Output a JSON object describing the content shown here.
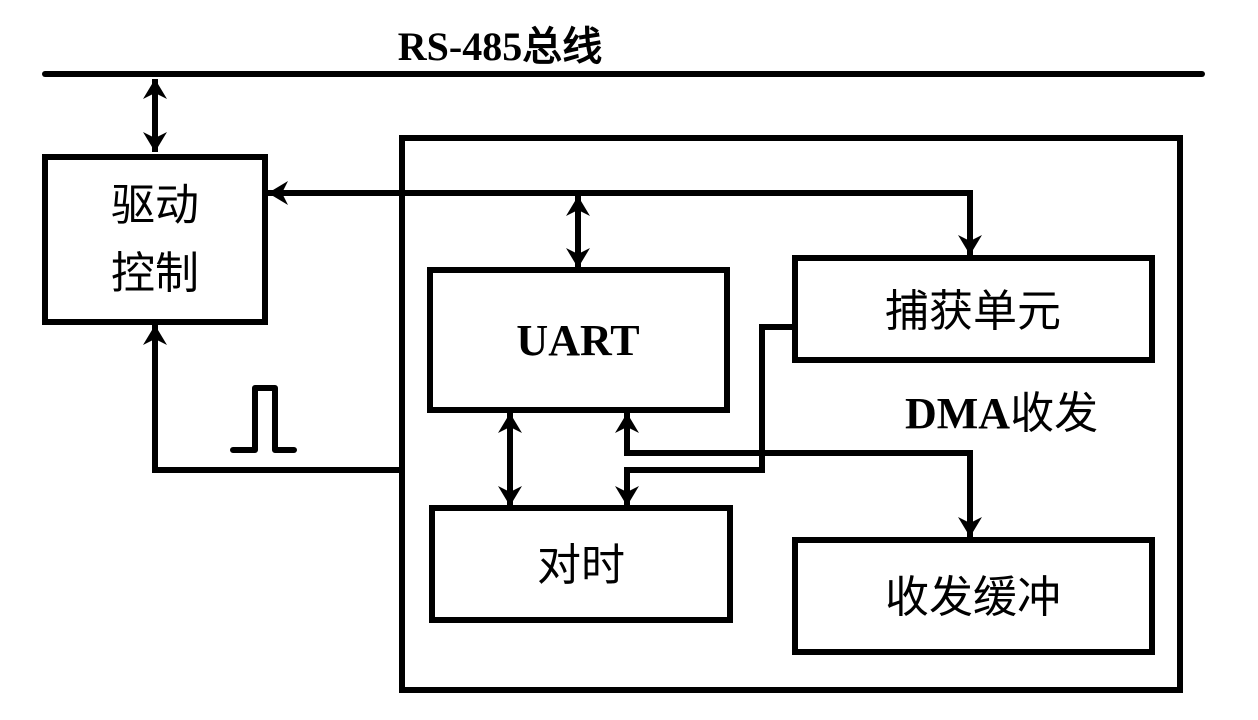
{
  "title": "RS-485总线",
  "blocks": {
    "driver": {
      "line1": "驱动",
      "line2": "控制"
    },
    "uart": "UART",
    "timesync": "对时",
    "capture": "捕获单元",
    "buffer": "收发缓冲",
    "dma_label_latin": "DMA",
    "dma_label_cjk": "收发"
  },
  "colors": {
    "stroke": "#000000",
    "background": "#ffffff"
  }
}
